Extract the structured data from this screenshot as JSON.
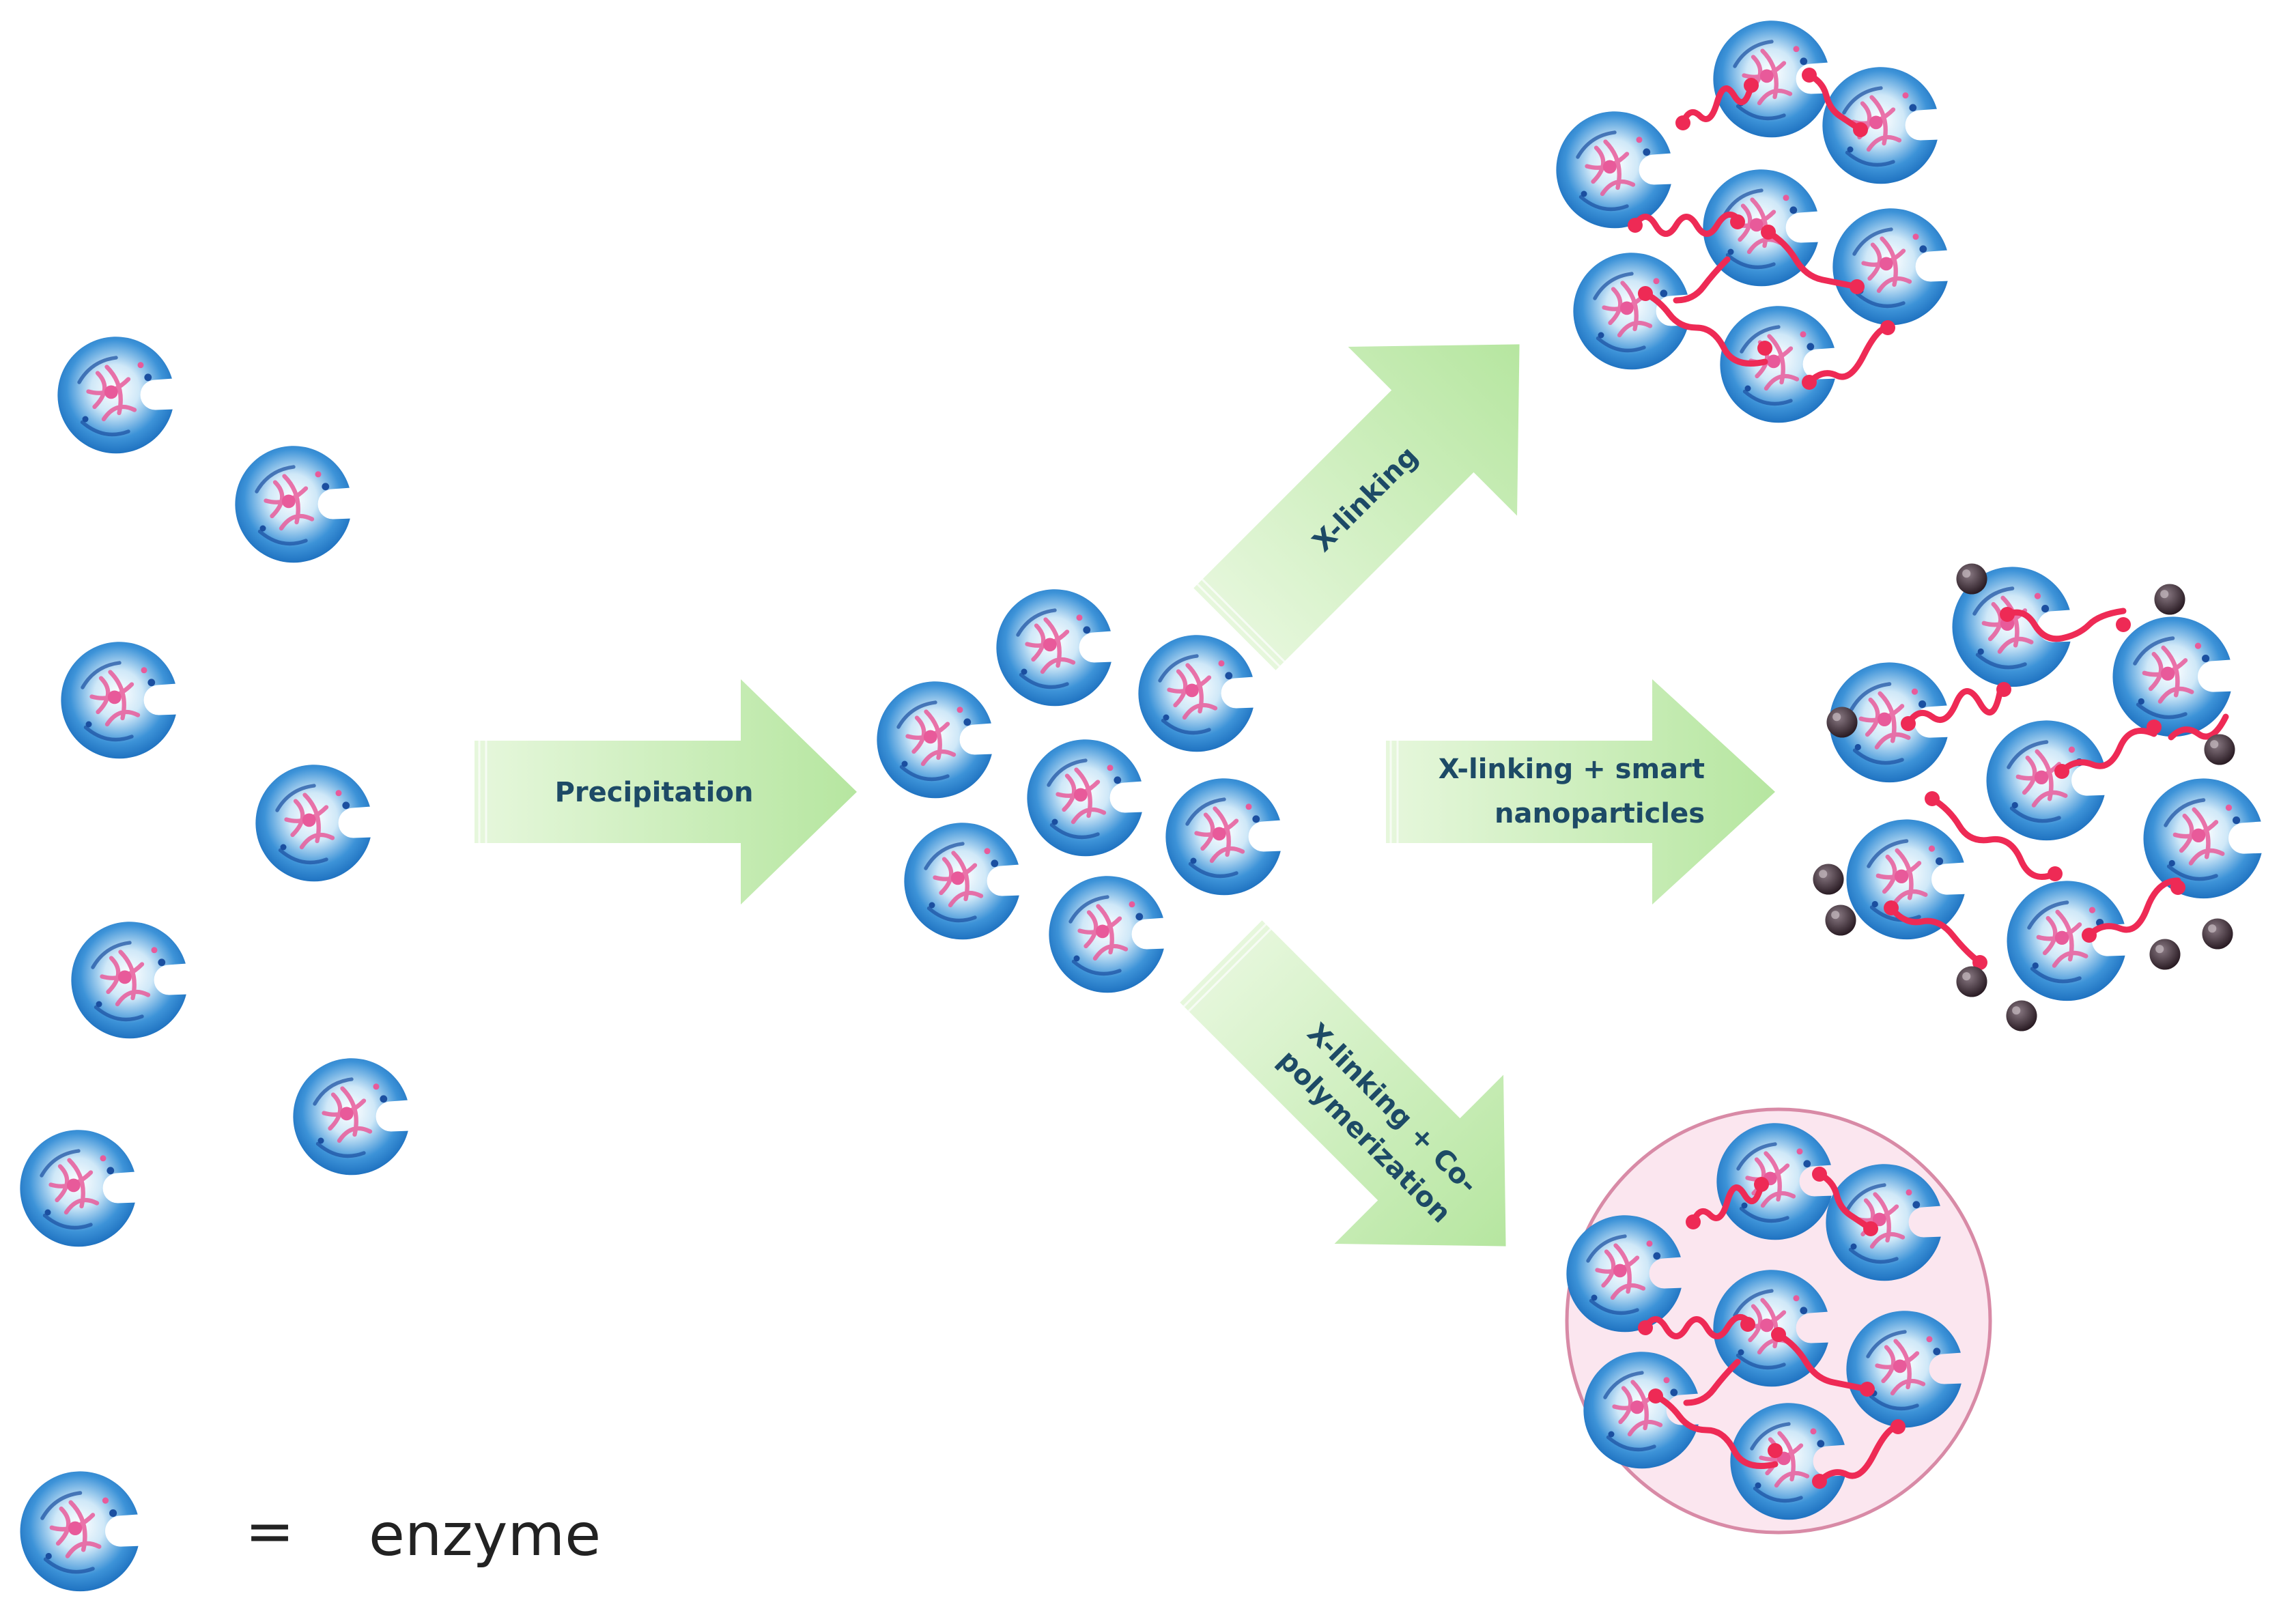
{
  "labels": {
    "precipitation": "Precipitation",
    "xlinking": "X-linking",
    "xlinking_smart_line1": "X-linking +  smart",
    "xlinking_smart_line2": "nanoparticles",
    "xlinking_co_line1": "X-linking + Co-",
    "xlinking_co_line2": "polymerization"
  },
  "legend": {
    "equals": "=",
    "term": "enzyme"
  },
  "colors": {
    "enzyme_edge": "#1466b8",
    "enzyme_mid": "#3d93d8",
    "enzyme_light": "#cfe8f8",
    "enzyme_core": "#e85a9a",
    "linker": "#ee2a55",
    "arrow_fill": "#c4ecb0",
    "label_text": "#1d4a66",
    "shell_fill": "#fbe6ef",
    "shell_stroke": "#d88aa6",
    "nanoparticle": "#2a1c24"
  },
  "icons": {
    "enzyme": "enzyme-sphere-icon",
    "nanoparticle": "nanoparticle-icon"
  }
}
